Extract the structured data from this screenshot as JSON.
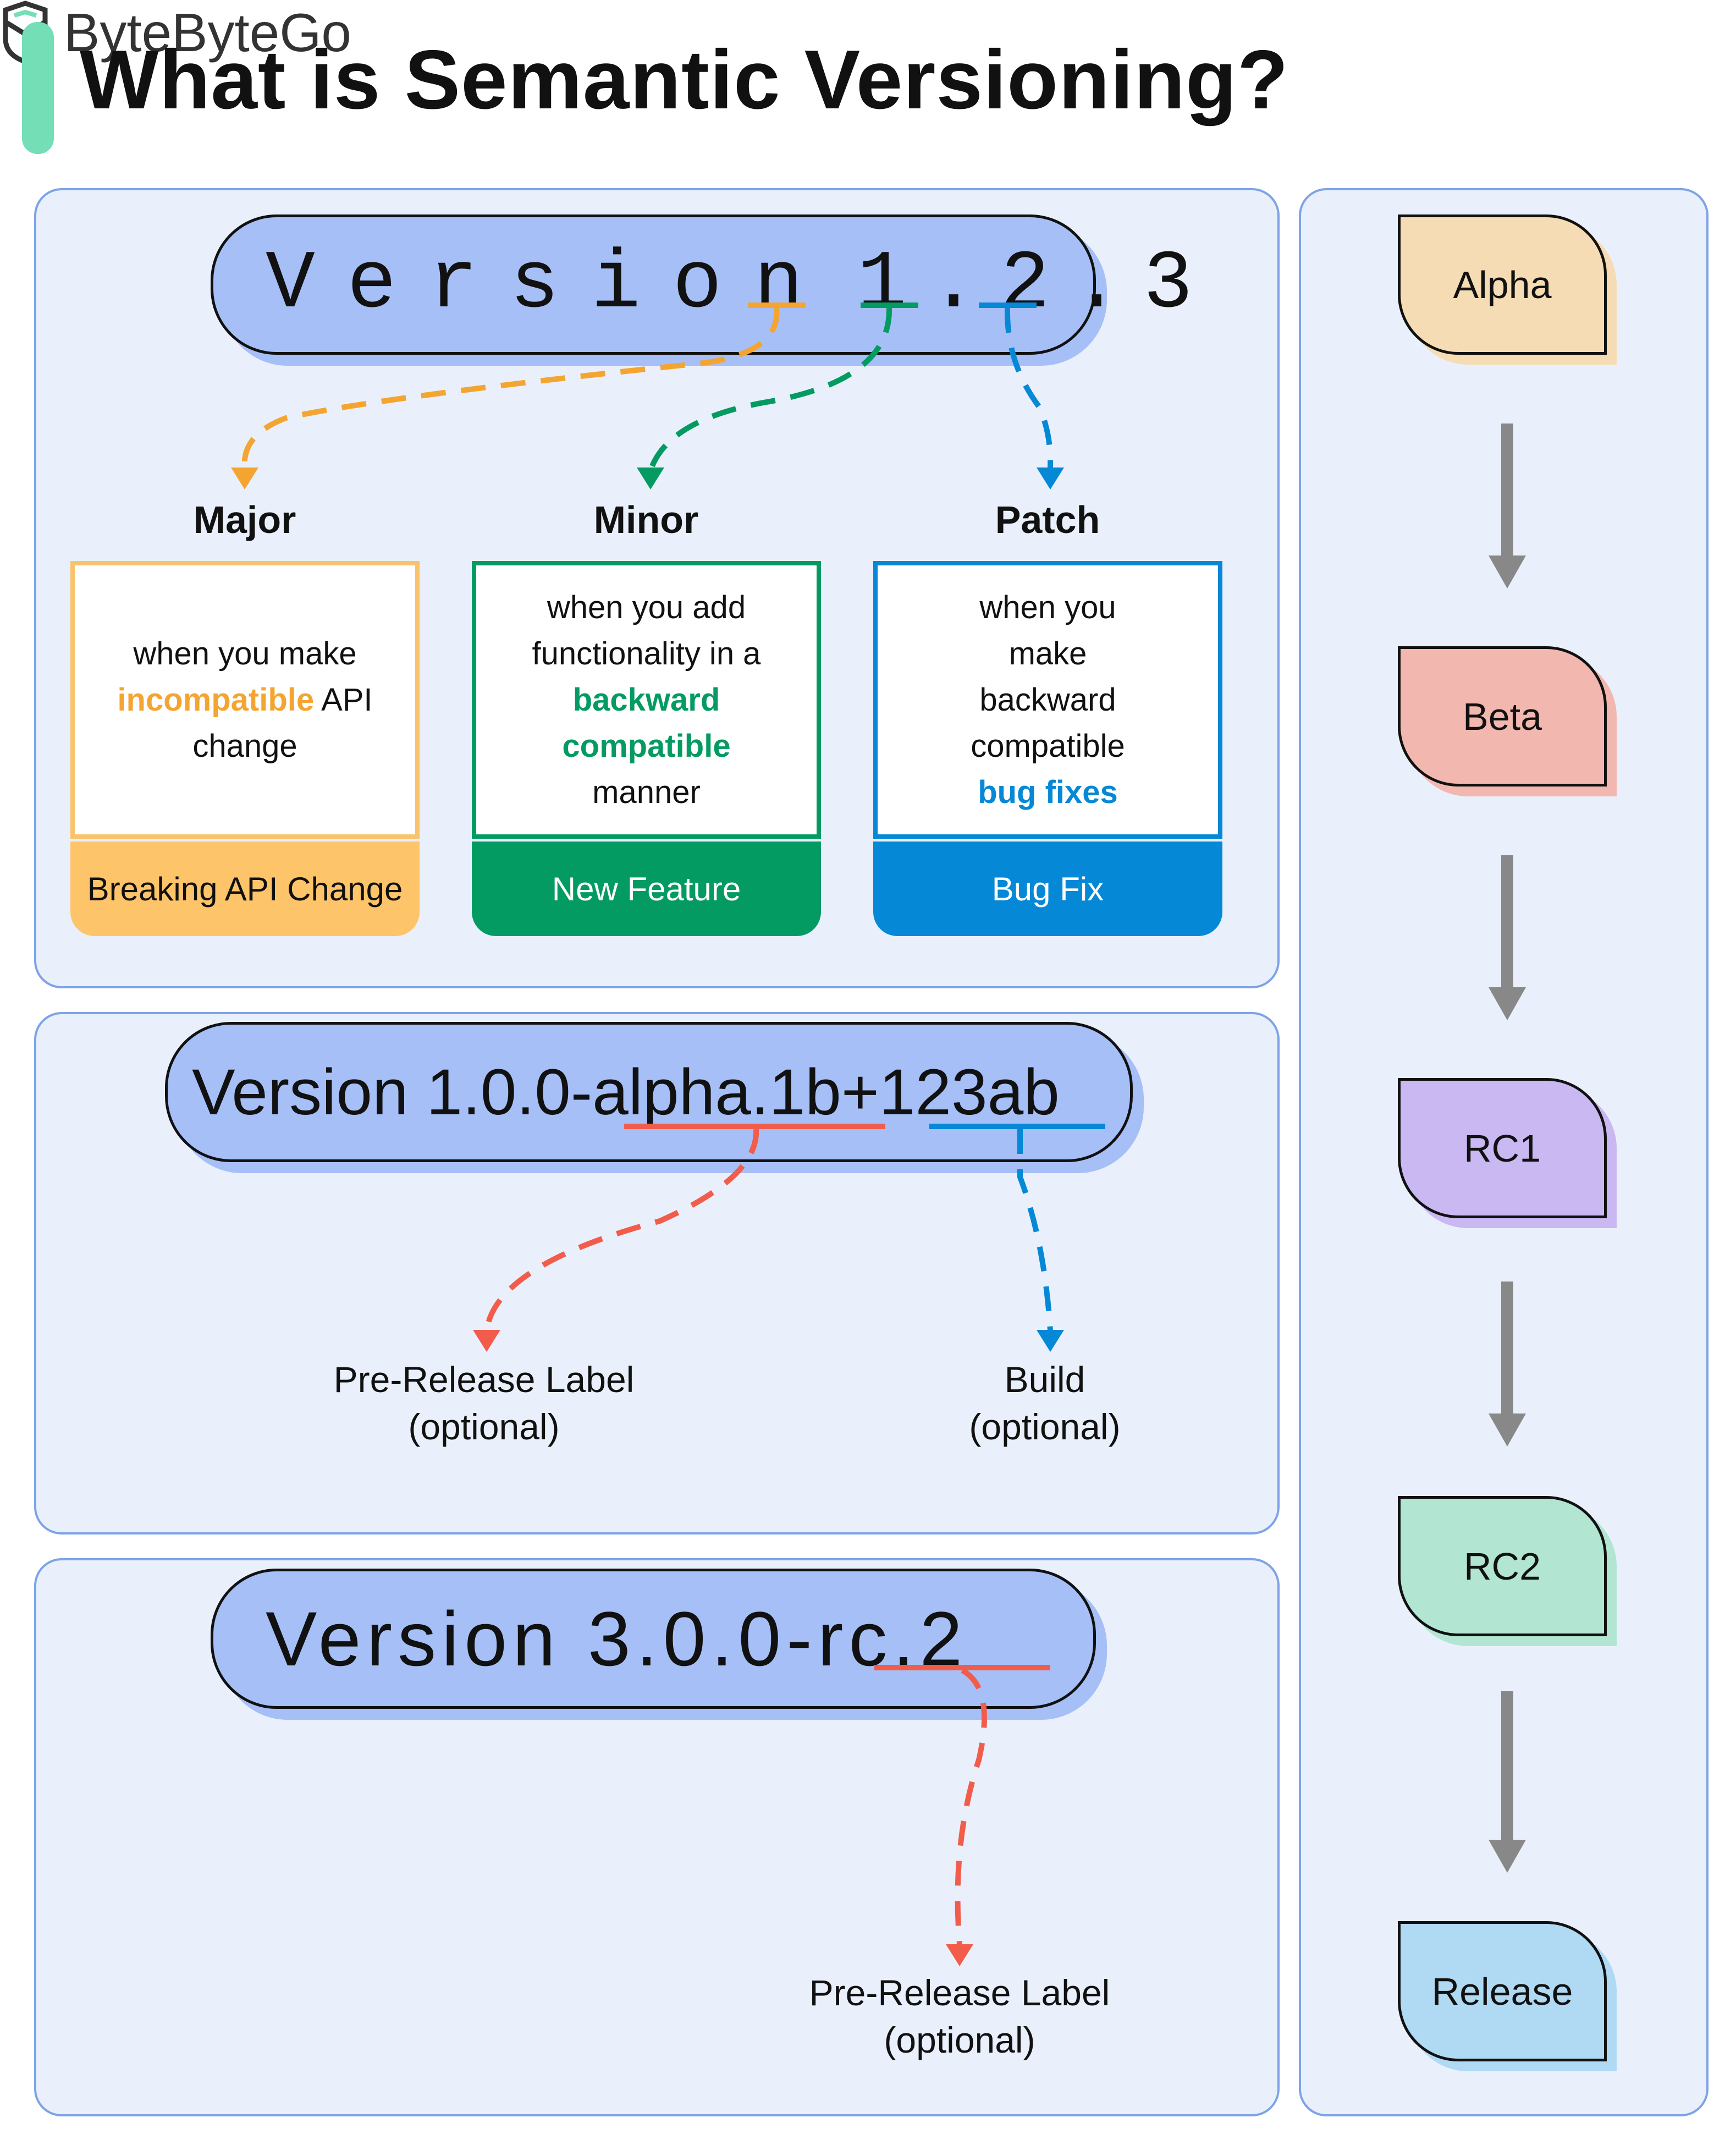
{
  "title": "What is Semantic Versioning?",
  "brand": {
    "name": "ByteByteGo"
  },
  "version_main": {
    "prefix": "Version",
    "major": "1",
    "minor": "2",
    "patch": "3",
    "dot": "."
  },
  "components": [
    {
      "name": "Major",
      "desc_pre": "when you make",
      "desc_hl": "incompatible",
      "desc_post": "API change",
      "footer": "Breaking API Change",
      "color": "#f4a531"
    },
    {
      "name": "Minor",
      "desc_pre": "when you add functionality in a",
      "desc_hl": "backward compatible",
      "desc_post": "manner",
      "footer": "New Feature",
      "color": "#049b62"
    },
    {
      "name": "Patch",
      "desc_pre": "when you make backward compatible",
      "desc_hl": "bug fixes",
      "desc_post": "",
      "footer": "Bug Fix",
      "color": "#0588d6"
    }
  ],
  "version_pre": {
    "base": "Version 1.0.0-",
    "prerelease": "alpha.1b",
    "plus": "+",
    "build": "123ab"
  },
  "prerelease_label": {
    "line1": "Pre-Release Label",
    "line2": "(optional)"
  },
  "build_label": {
    "line1": "Build",
    "line2": "(optional)"
  },
  "version_rc": {
    "base": "Version 3.0.0-",
    "rc": "rc.2"
  },
  "rc_label": {
    "line1": "Pre-Release Label",
    "line2": "(optional)"
  },
  "stages": [
    {
      "label": "Alpha",
      "color": "#f5dcb4"
    },
    {
      "label": "Beta",
      "color": "#f2b8b0"
    },
    {
      "label": "RC1",
      "color": "#c9b8f2"
    },
    {
      "label": "RC2",
      "color": "#b2e6d2"
    },
    {
      "label": "Release",
      "color": "#b0daf4"
    }
  ]
}
